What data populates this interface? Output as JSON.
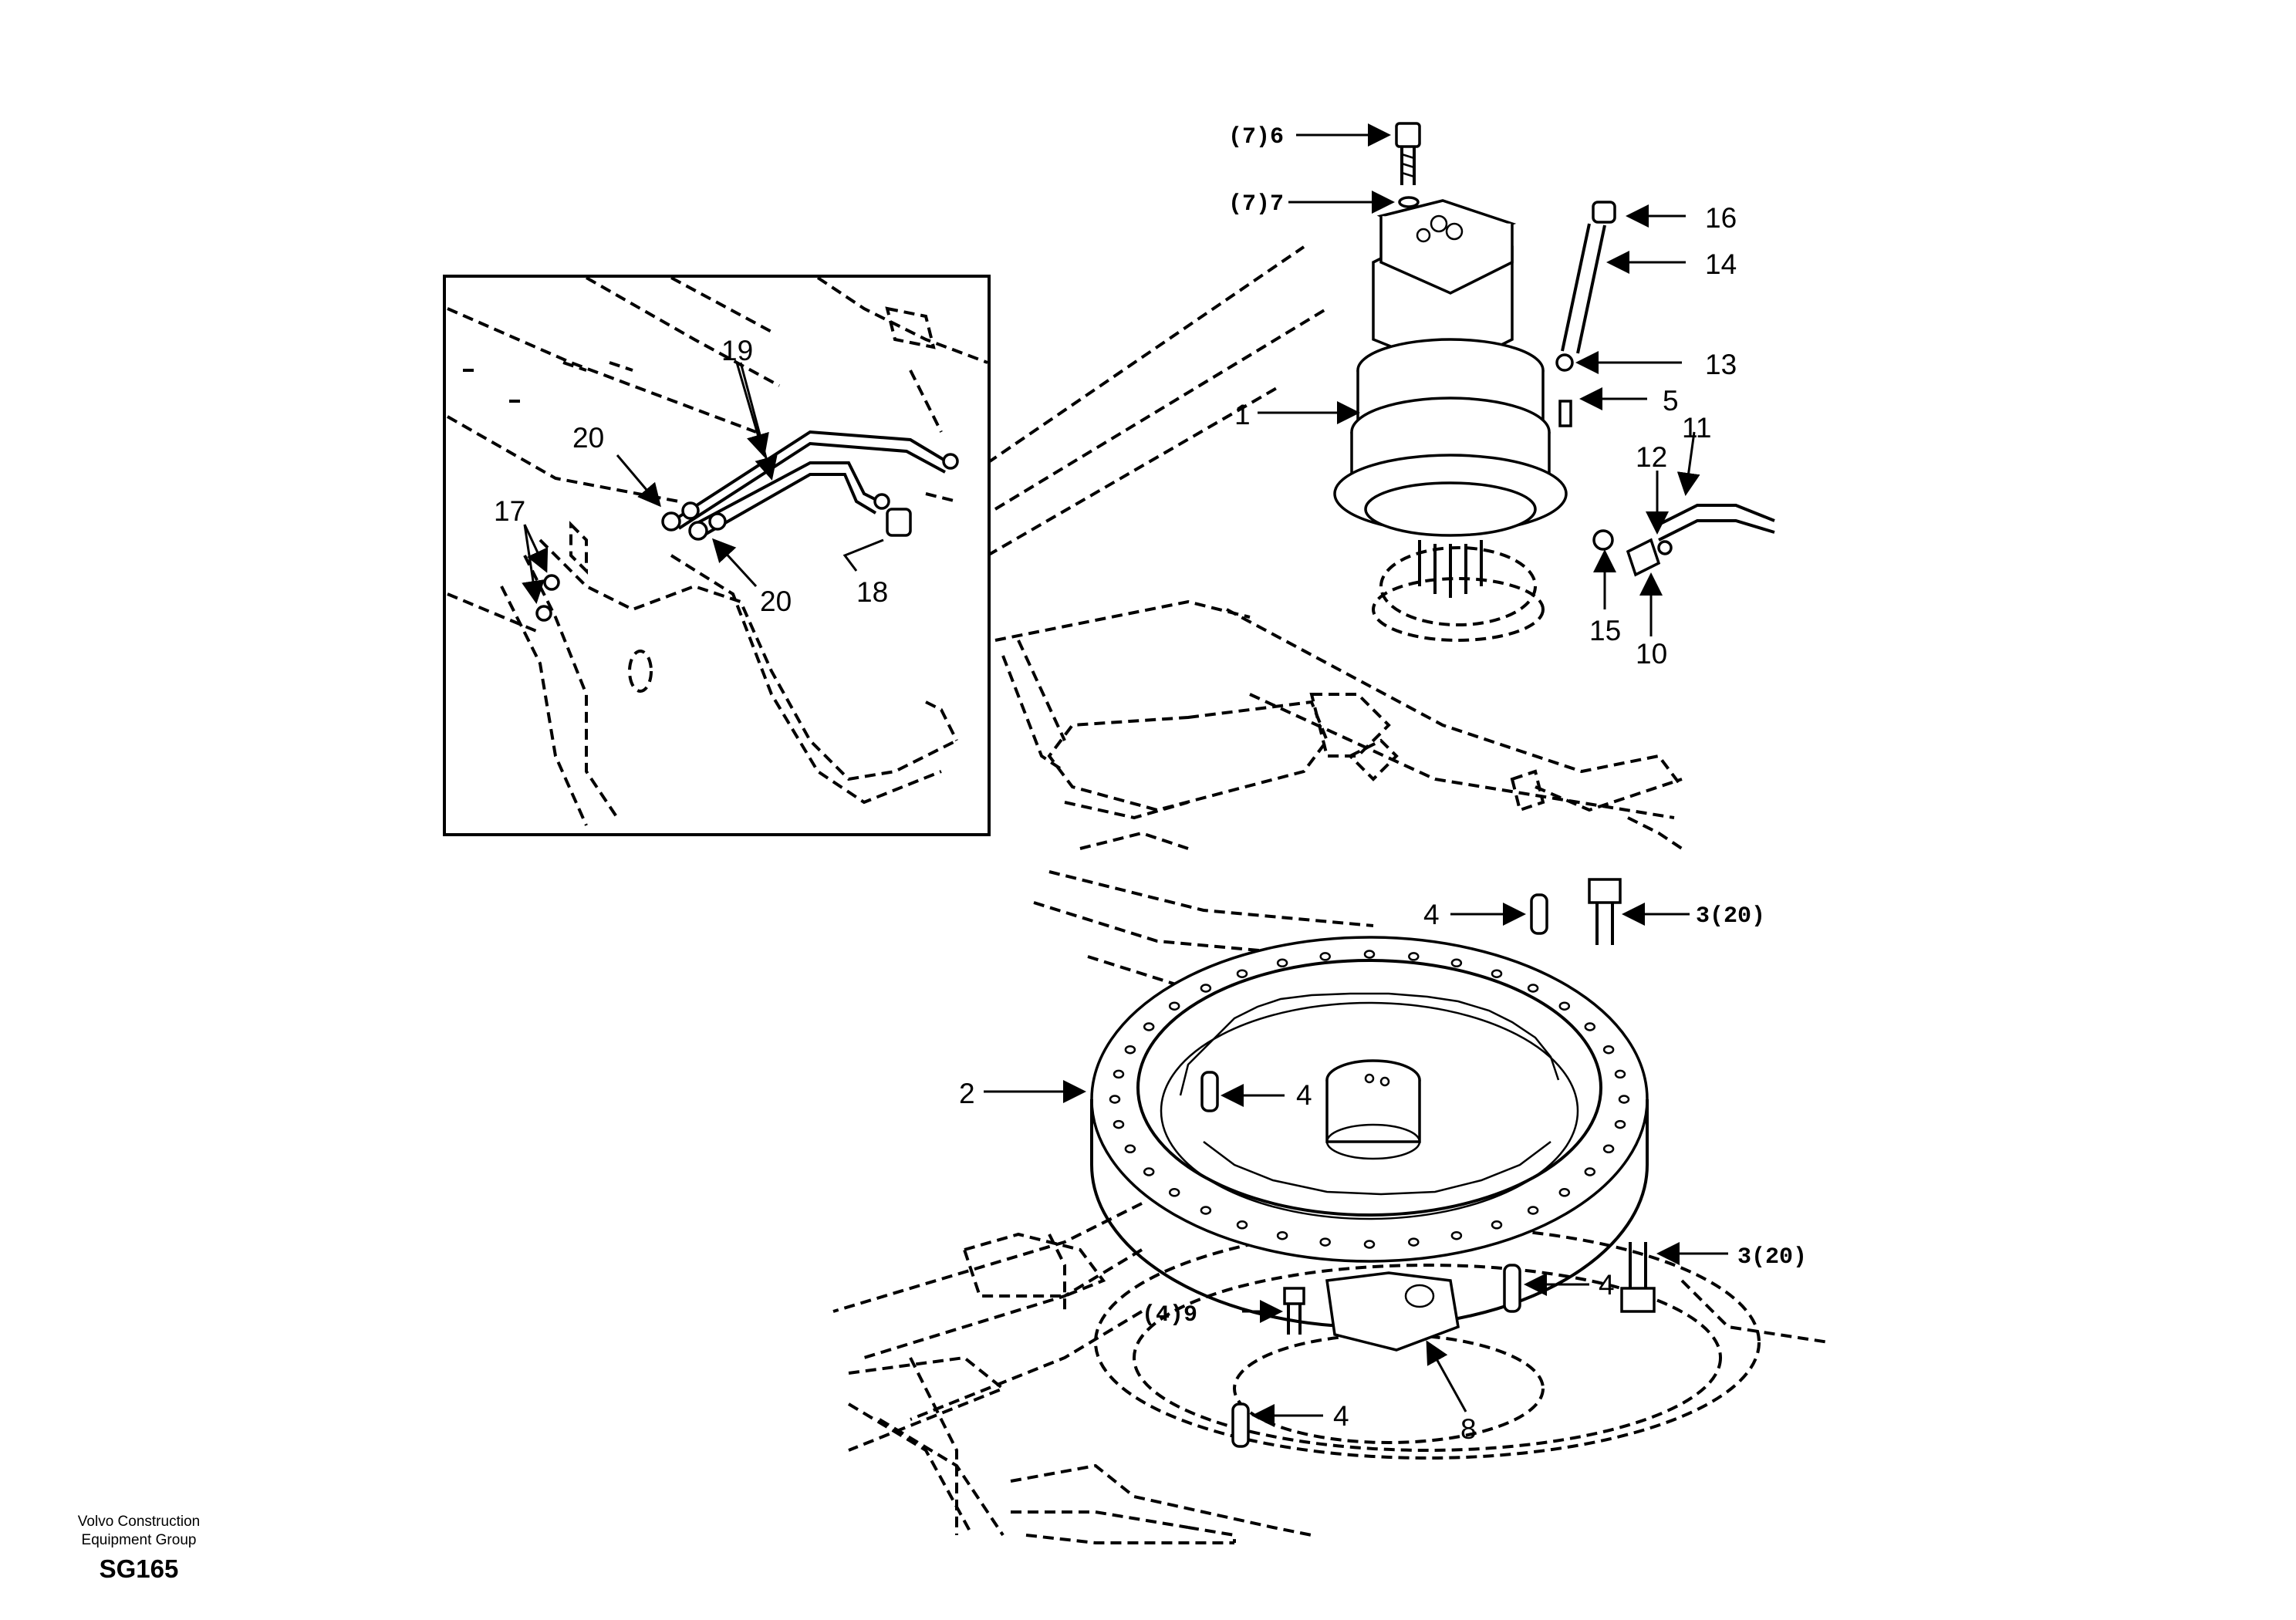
{
  "callouts": {
    "c6": "(7)6",
    "c7": "(7)7",
    "c16": "16",
    "c14": "14",
    "c13": "13",
    "c1": "1",
    "c5": "5",
    "c11": "11",
    "c12": "12",
    "c15": "15",
    "c10": "10",
    "c19": "19",
    "c20a": "20",
    "c20b": "20",
    "c17": "17",
    "c18": "18",
    "c4a": "4",
    "c3a": "3(20)",
    "c2": "2",
    "c4b": "4",
    "c3b": "3(20)",
    "c9": "(4)9",
    "c4c": "4",
    "c4d": "4",
    "c8": "8"
  },
  "footer": {
    "company_line1": "Volvo Construction",
    "company_line2": "Equipment Group",
    "code": "SG165"
  },
  "icons": {
    "arrow": "arrow-icon",
    "motor": "swing-motor-icon",
    "ring": "slewing-ring-icon",
    "bolt": "bolt-icon"
  }
}
